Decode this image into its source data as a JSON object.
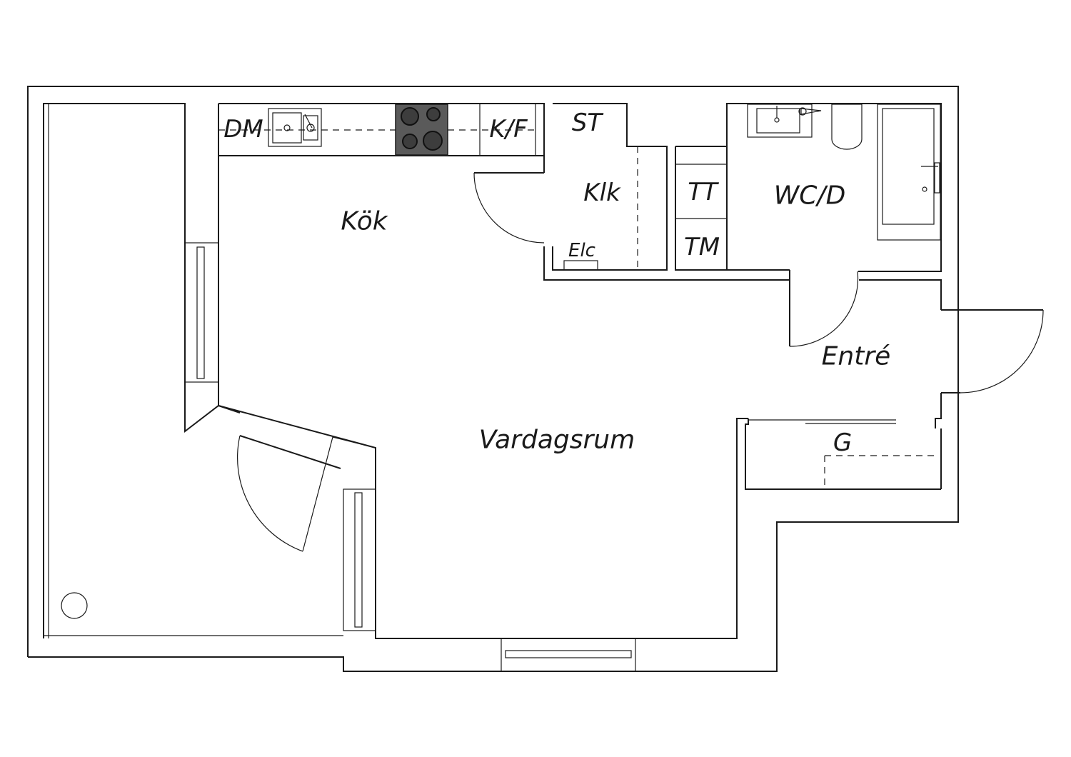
{
  "floorplan": {
    "rooms": {
      "kitchen": "Kök",
      "closet": "Klk",
      "bathroom": "WC/D",
      "entrance": "Entré",
      "living_room": "Vardagsrum"
    },
    "fixtures": {
      "dishwasher": "DM",
      "fridge_freezer": "K/F",
      "storage": "ST",
      "electrical": "Elc",
      "tumble_dryer": "TT",
      "washing_machine": "TM",
      "wardrobe": "G"
    }
  }
}
